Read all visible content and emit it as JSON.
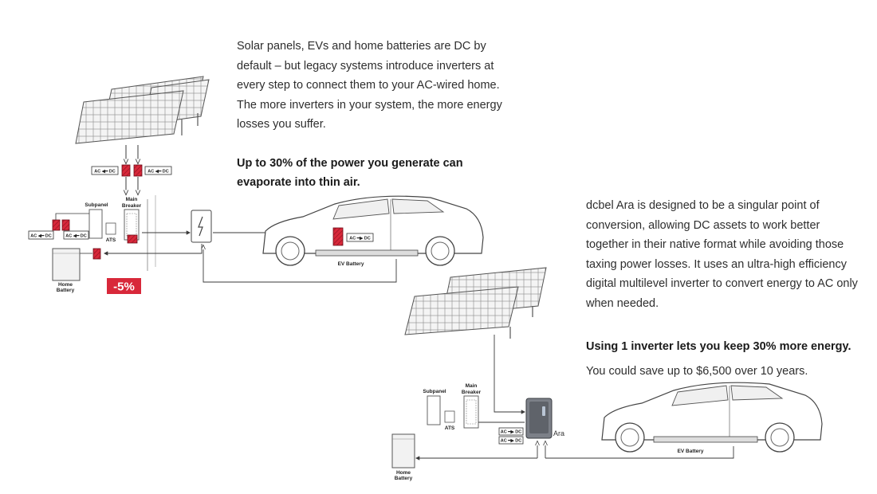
{
  "top_text": {
    "paragraph": "Solar panels, EVs and home batteries are DC by default – but legacy systems introduce inverters at every step to connect them to your AC-wired home. The more inverters in your system, the more energy losses you suffer.",
    "highlight": "Up to 30% of the power you generate can evaporate into thin air."
  },
  "right_text": {
    "paragraph": "dcbel Ara is designed to be a singular point of conversion, allowing DC assets to work better together in their native format while avoiding those taxing power losses. It uses an ultra-high efficiency digital multilevel inverter to convert energy to AC only when needed.",
    "highlight": "Using 1 inverter lets you keep 30% more energy.",
    "savings": "You could save up to $6,500 over 10 years."
  },
  "legacy_diagram": {
    "converter_tag": "AC ◀━ DC",
    "subpanel": "Subpanel",
    "main_breaker_1": "Main",
    "main_breaker_2": "Breaker",
    "ats": "ATS",
    "home_battery_1": "Home",
    "home_battery_2": "Battery",
    "ev_battery": "EV Battery",
    "loss_badge": "-5%"
  },
  "ara_diagram": {
    "converter_tag": "AC ━▶ DC",
    "subpanel": "Subpanel",
    "main_breaker_1": "Main",
    "main_breaker_2": "Breaker",
    "ats": "ATS",
    "ara_label": "Ara",
    "home_battery_1": "Home",
    "home_battery_2": "Battery",
    "ev_battery": "EV Battery"
  },
  "colors": {
    "accent_red": "#d8283a",
    "line": "#3a3a3a",
    "panel_stroke": "#555555"
  }
}
